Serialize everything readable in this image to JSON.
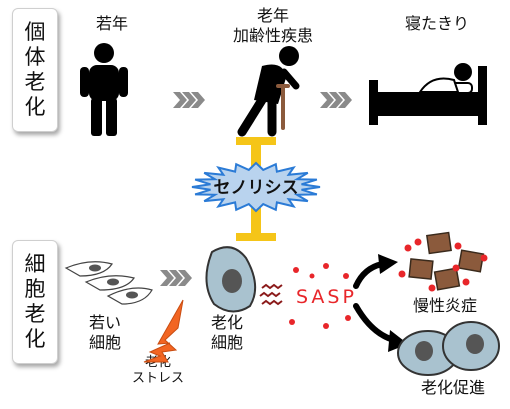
{
  "sections": {
    "individual": [
      "個",
      "体",
      "老",
      "化"
    ],
    "cellular": [
      "細",
      "胞",
      "老",
      "化"
    ]
  },
  "stages": {
    "young": "若年",
    "elderly_line1": "老年",
    "elderly_line2": "加齢性疾患",
    "bedridden": "寝たきり"
  },
  "center": {
    "senolysis": "セノリシス"
  },
  "cells": {
    "young_line1": "若い",
    "young_line2": "細胞",
    "senescent_line1": "老化",
    "senescent_line2": "細胞",
    "stress_line1": "老化",
    "stress_line2": "ストレス",
    "sasp": "SASP",
    "inflammation": "慢性炎症",
    "promotion": "老化促進"
  },
  "colors": {
    "arrow_gray": "#8a8a8a",
    "yellow_bar": "#f5c518",
    "burst_fill": "#b9d3ee",
    "burst_stroke": "#2b7bd6",
    "cell_fill": "#a9c2cf",
    "nucleus": "#555555",
    "sasp_red": "#e8262a",
    "stress_orange": "#f26522",
    "brown": "#8b5a3c"
  }
}
